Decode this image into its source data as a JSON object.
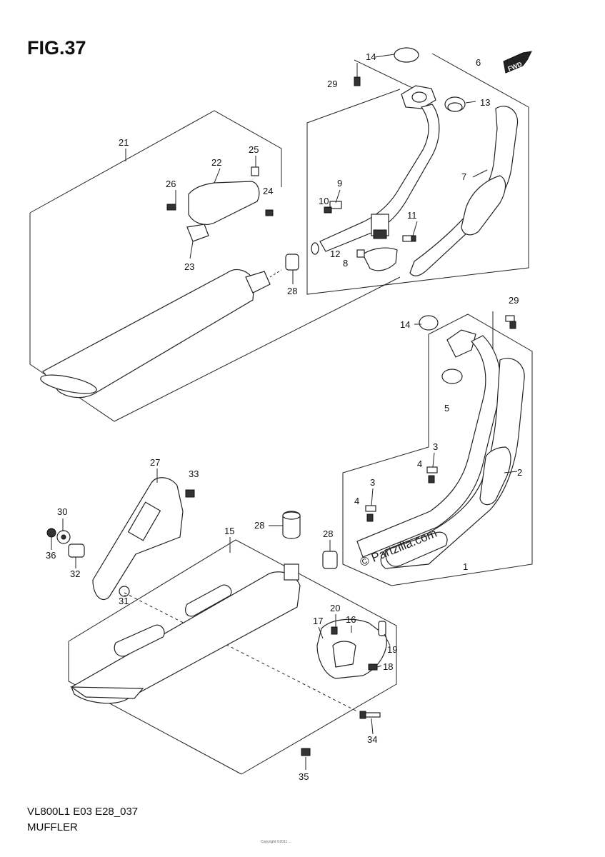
{
  "figure": {
    "title": "FIG.37",
    "model_code": "VL800L1 E03 E28_037",
    "section_name": "MUFFLER",
    "watermark": "© Partzilla.com",
    "fwd_badge": "FWD",
    "fine_print": "Copyright ©2011 ..."
  },
  "callouts": [
    {
      "id": "c1",
      "text": "1"
    },
    {
      "id": "c2",
      "text": "2"
    },
    {
      "id": "c3a",
      "text": "3"
    },
    {
      "id": "c3b",
      "text": "3"
    },
    {
      "id": "c4a",
      "text": "4"
    },
    {
      "id": "c4b",
      "text": "4"
    },
    {
      "id": "c5",
      "text": "5"
    },
    {
      "id": "c6",
      "text": "6"
    },
    {
      "id": "c7",
      "text": "7"
    },
    {
      "id": "c8",
      "text": "8"
    },
    {
      "id": "c9",
      "text": "9"
    },
    {
      "id": "c10",
      "text": "10"
    },
    {
      "id": "c11",
      "text": "11"
    },
    {
      "id": "c12",
      "text": "12"
    },
    {
      "id": "c13",
      "text": "13"
    },
    {
      "id": "c14a",
      "text": "14"
    },
    {
      "id": "c14b",
      "text": "14"
    },
    {
      "id": "c15",
      "text": "15"
    },
    {
      "id": "c16",
      "text": "16"
    },
    {
      "id": "c17",
      "text": "17"
    },
    {
      "id": "c18",
      "text": "18"
    },
    {
      "id": "c19",
      "text": "19"
    },
    {
      "id": "c20",
      "text": "20"
    },
    {
      "id": "c21",
      "text": "21"
    },
    {
      "id": "c22",
      "text": "22"
    },
    {
      "id": "c23",
      "text": "23"
    },
    {
      "id": "c24",
      "text": "24"
    },
    {
      "id": "c25",
      "text": "25"
    },
    {
      "id": "c26",
      "text": "26"
    },
    {
      "id": "c27",
      "text": "27"
    },
    {
      "id": "c28a",
      "text": "28"
    },
    {
      "id": "c28b",
      "text": "28"
    },
    {
      "id": "c28c",
      "text": "28"
    },
    {
      "id": "c29a",
      "text": "29"
    },
    {
      "id": "c29b",
      "text": "29"
    },
    {
      "id": "c30",
      "text": "30"
    },
    {
      "id": "c31",
      "text": "31"
    },
    {
      "id": "c32",
      "text": "32"
    },
    {
      "id": "c33",
      "text": "33"
    },
    {
      "id": "c34",
      "text": "34"
    },
    {
      "id": "c35",
      "text": "35"
    },
    {
      "id": "c36",
      "text": "36"
    }
  ]
}
